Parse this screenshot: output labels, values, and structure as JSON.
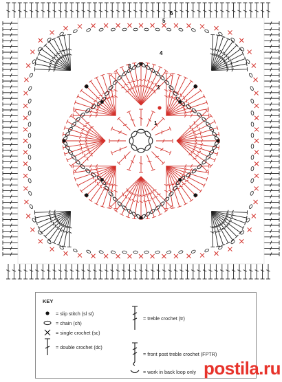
{
  "round_numbers": [
    "1",
    "2",
    "3",
    "4",
    "5",
    "6"
  ],
  "colors": {
    "red": "#d3302a",
    "dark": "#222222",
    "grey": "#555555"
  },
  "key": {
    "title": "KEY",
    "items": [
      {
        "icon": "dot-icon",
        "label": "= slip stitch (sl st)"
      },
      {
        "icon": "oval-icon",
        "label": "= chain (ch)"
      },
      {
        "icon": "cross-icon",
        "label": "= single crochet (sc)"
      },
      {
        "icon": "dc-icon",
        "label": "= double crochet (dc)"
      },
      {
        "icon": "tr-icon",
        "label": "= treble crochet (tr)"
      },
      {
        "icon": "fptr-icon",
        "label": "= front post treble crochet (FPTR)"
      },
      {
        "icon": "arc-icon",
        "label": "= work in back loop only"
      }
    ]
  },
  "watermark": "postila.ru"
}
